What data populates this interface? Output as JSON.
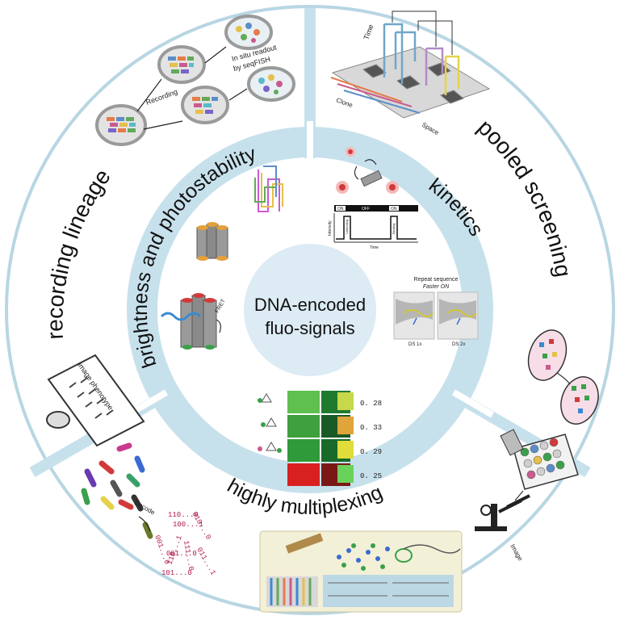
{
  "center": {
    "line1": "DNA-encoded",
    "line2": "fluo-signals"
  },
  "inner_ring": {
    "brightness": "brightness and photostability",
    "kinetics": "kinetics",
    "multiplexing": "highly multiplexing"
  },
  "outer_ring": {
    "lineage": "recording lineage",
    "screening": "pooled screening"
  },
  "lineage_panel": {
    "recording": "Recording",
    "readout_1": "In situ readout",
    "readout_2": "by seqFISH"
  },
  "screening_panel": {
    "time": "Time",
    "clone": "Clone",
    "space": "Space"
  },
  "kinetics_panel": {
    "on_left": "ON",
    "off": "OFF",
    "on_right": "ON",
    "intensity": "Intensity",
    "time": "Time",
    "unbinding": "Unbinding",
    "binding": "Binding",
    "repeat": "Repeat sequence",
    "faster_on": "Faster ON",
    "ds1": "DS 1x",
    "ds2": "DS 2x"
  },
  "fret_label": "FRET",
  "multiplex_values": [
    "0. 28",
    "0. 33",
    "0. 29",
    "0. 25"
  ],
  "phenotype_panel": {
    "image_phenotype": "image phenotype",
    "decode": "Decode",
    "codes": [
      "100...1",
      "010...0",
      "110...1",
      "001...0",
      "111...0",
      "101...0",
      "001...0",
      "110...0",
      "011...1"
    ]
  },
  "screen_image_label": "Image",
  "colors": {
    "ring_band": "#c7e1ec",
    "center_disk": "#dcebf4",
    "outer_circle": "#b8d6e3"
  }
}
